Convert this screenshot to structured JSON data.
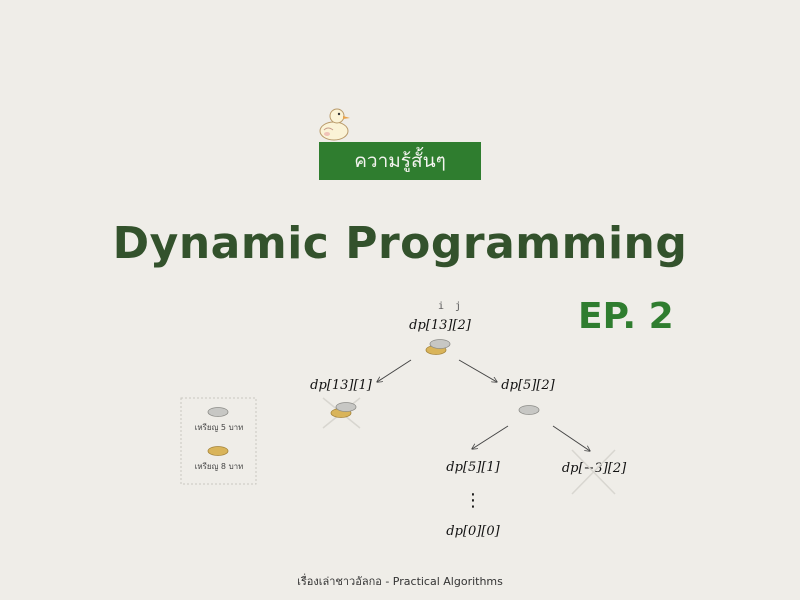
{
  "badge": "ความรู้สั้นๆ",
  "title": "Dynamic Programming",
  "episode": "EP. 2",
  "index_labels": {
    "i": "i",
    "j": "j"
  },
  "nodes": {
    "root": "dp[13][2]",
    "left": "dp[13][1]",
    "right": "dp[5][2]",
    "right_left": "dp[5][1]",
    "right_right": "dp[−3][2]",
    "ellipsis": "⋮",
    "base": "dp[0][0]"
  },
  "legend": {
    "coin5": "เหรียญ 5 บาท",
    "coin8": "เหรียญ 8 บาท"
  },
  "footer": "เรื่องเล่าชาวอัลกอ - Practical Algorithms",
  "colors": {
    "background": "#efede8",
    "badge_bg": "#2f7d2f",
    "title": "#33522c",
    "episode": "#2f7d2f",
    "silver_coin": "#c7c7c4",
    "gold_coin": "#d9b45a"
  }
}
